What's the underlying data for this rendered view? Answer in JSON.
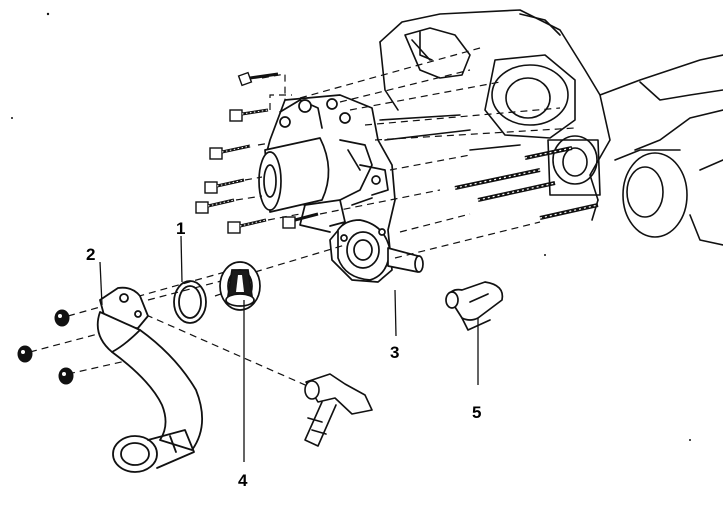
{
  "colors": {
    "ink": "#111111",
    "paper": "#ffffff",
    "shade": "#1a1a1a"
  },
  "callouts": [
    {
      "id": "1",
      "label": "1"
    },
    {
      "id": "2",
      "label": "2"
    },
    {
      "id": "3",
      "label": "3"
    },
    {
      "id": "4",
      "label": "4"
    },
    {
      "id": "5",
      "label": "5"
    }
  ],
  "icons": {
    "bolt": "bolt-icon",
    "nut": "nut-icon",
    "stud": "stud-icon"
  }
}
